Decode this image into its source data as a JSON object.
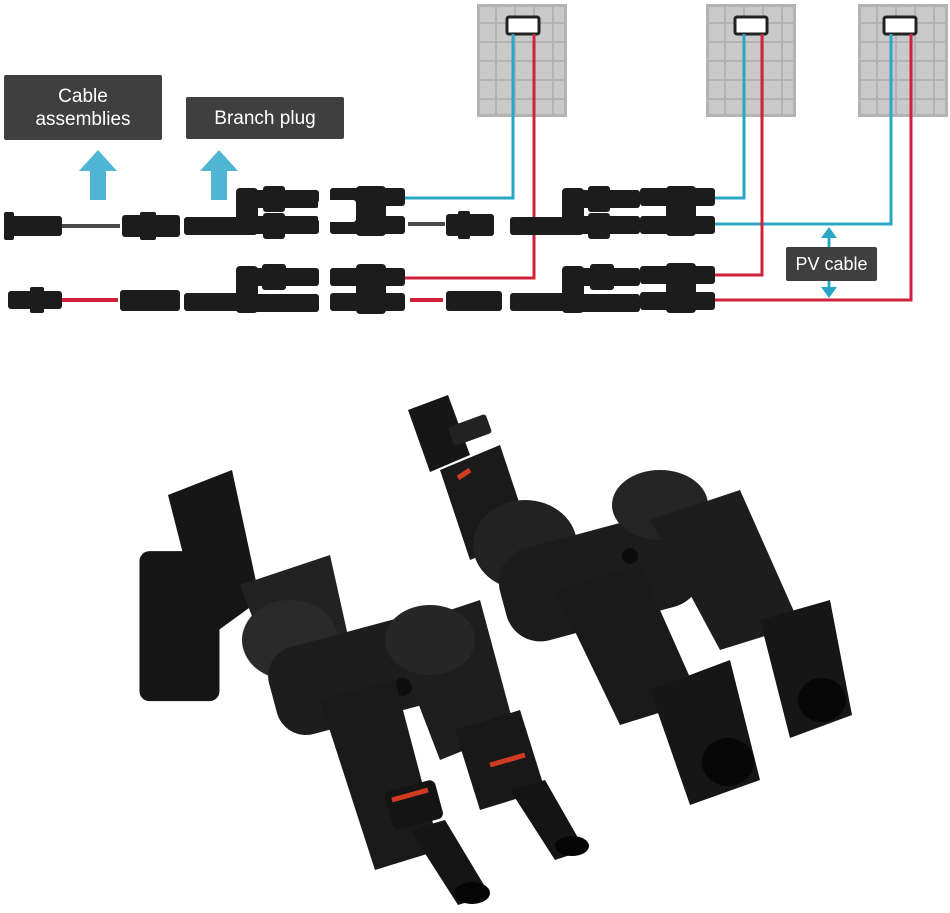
{
  "labels": {
    "cable_assemblies_line1": "Cable",
    "cable_assemblies_line2": "assemblies",
    "branch_plug": "Branch plug",
    "pv_cable": "PV cable"
  },
  "colors": {
    "label_bg": "#3f3f3f",
    "positive_wire": "#d0213d",
    "negative_wire": "#2aa7c6",
    "arrow": "#4fb5d3",
    "panel": "#bfbfbf",
    "connector": "#1c1c1c"
  },
  "icons": [
    "up-arrow-icon",
    "double-arrow-icon",
    "solar-panel-icon",
    "junction-box-icon"
  ]
}
